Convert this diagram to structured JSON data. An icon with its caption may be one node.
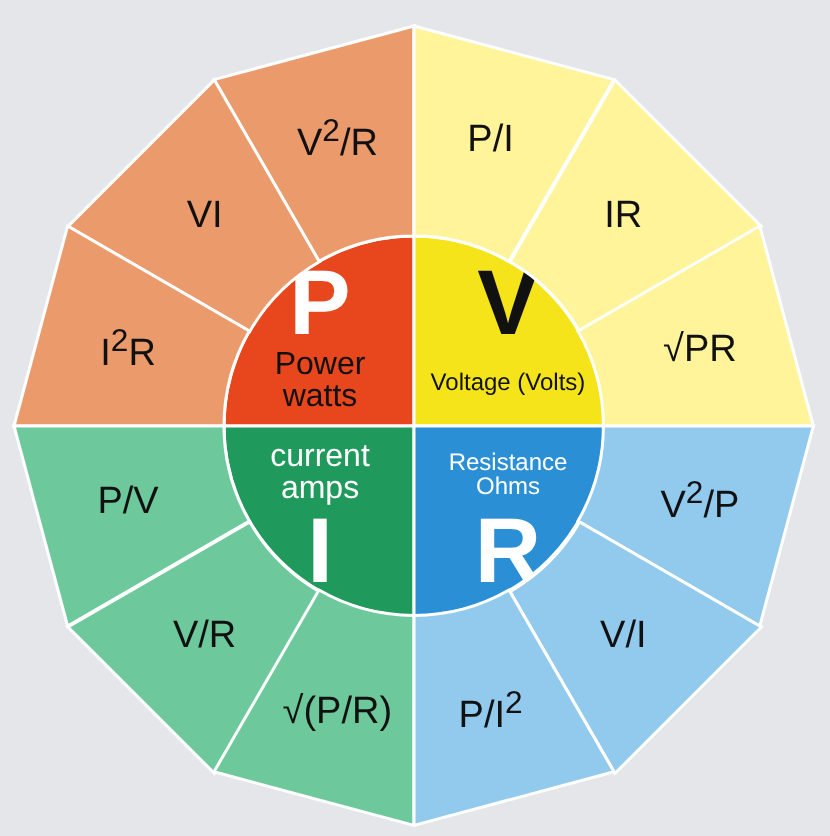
{
  "diagram": {
    "nodes": [
      {
        "text": [
          "P",
          "Power watts"
        ]
      },
      {
        "text": [
          "V",
          "Voltage (Volts)"
        ]
      },
      {
        "text": [
          "current amps",
          "I"
        ]
      },
      {
        "text": [
          "Resistance Ohms",
          "R"
        ]
      },
      {
        "text": [
          "V$^{2}$/R"
        ]
      },
      {
        "text": [
          "VI"
        ]
      },
      {
        "text": [
          "I$^{2}$R"
        ]
      },
      {
        "text": [
          "P/I"
        ]
      },
      {
        "text": [
          "IR"
        ]
      },
      {
        "text": [
          "√PR"
        ]
      },
      {
        "text": [
          "P/V"
        ]
      },
      {
        "text": [
          "V/R"
        ]
      },
      {
        "text": [
          "√(P/R)"
        ]
      },
      {
        "text": [
          "V$^{2}$/P"
        ]
      },
      {
        "text": [
          "V/I"
        ]
      },
      {
        "text": [
          "P/I$^{2}$"
        ]
      }
    ],
    "edges": []
  }
}
